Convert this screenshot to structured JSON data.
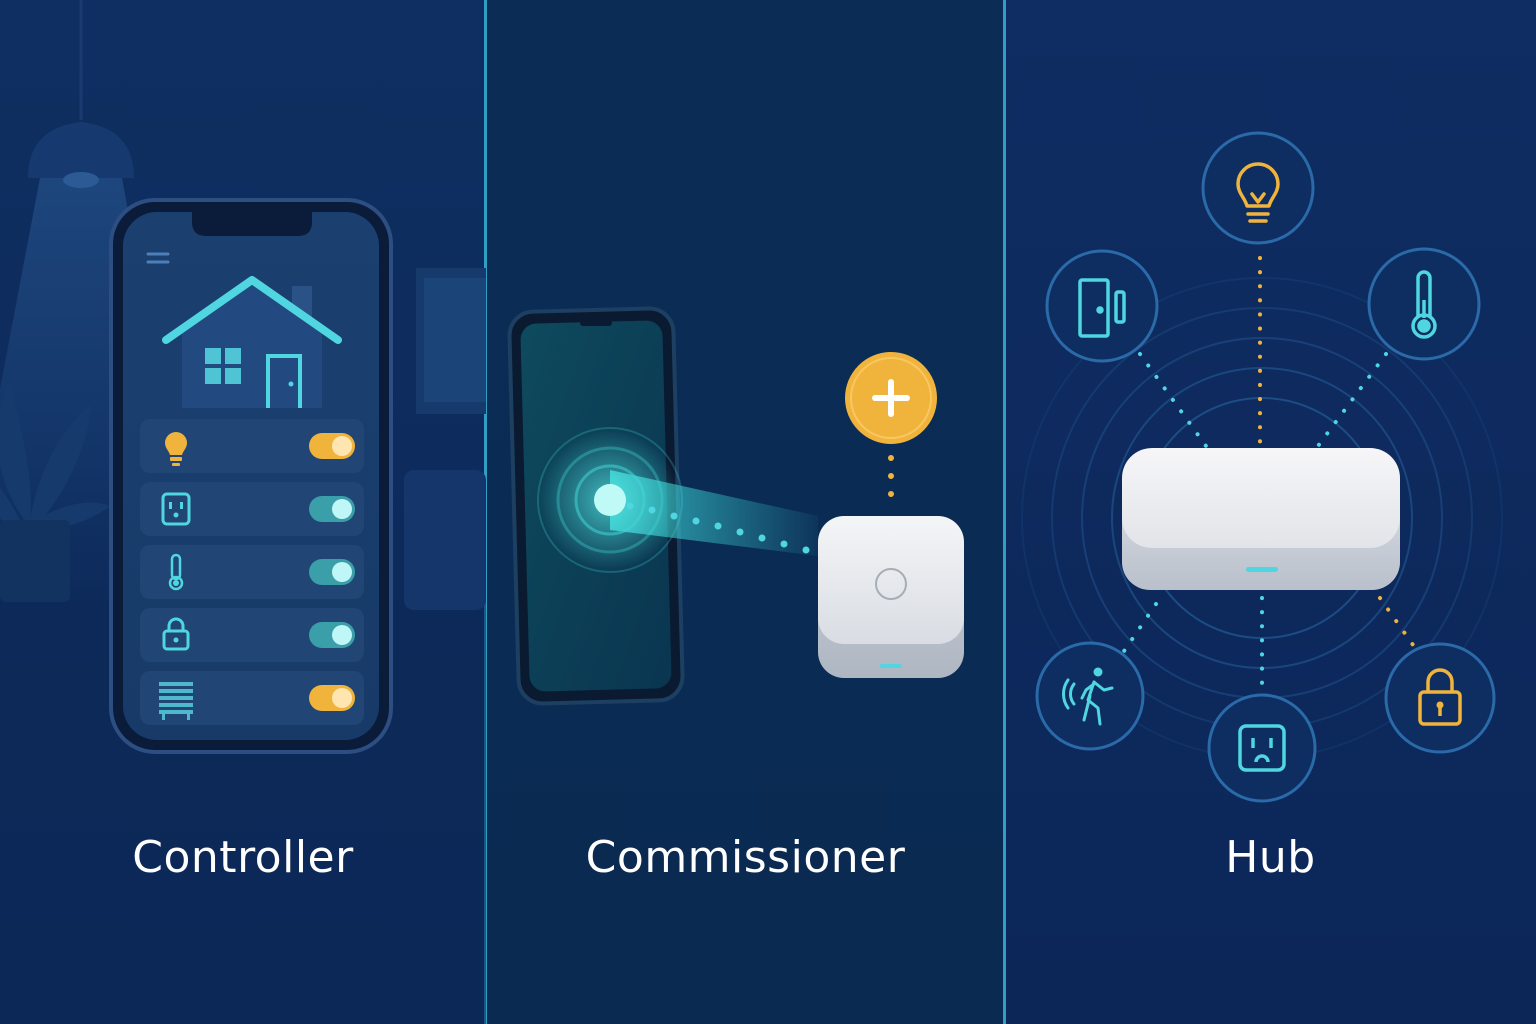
{
  "panels": {
    "controller": {
      "label": "Controller"
    },
    "commissioner": {
      "label": "Commissioner"
    },
    "hub": {
      "label": "Hub"
    }
  },
  "controller_app": {
    "rows": [
      {
        "icon": "lightbulb-icon",
        "toggle_on": true,
        "accent": "#f0b43c"
      },
      {
        "icon": "outlet-icon",
        "toggle_on": true,
        "accent": "#7fe3e8"
      },
      {
        "icon": "thermometer-icon",
        "toggle_on": true,
        "accent": "#7fe3e8"
      },
      {
        "icon": "lock-icon",
        "toggle_on": true,
        "accent": "#7fe3e8"
      },
      {
        "icon": "blinds-icon",
        "toggle_on": true,
        "accent": "#f0b43c"
      }
    ]
  },
  "hub_devices": [
    {
      "icon": "lightbulb-icon",
      "accent": "#f0b43c"
    },
    {
      "icon": "thermometer-icon",
      "accent": "#4fd6e0"
    },
    {
      "icon": "door-sensor-icon",
      "accent": "#4fd6e0"
    },
    {
      "icon": "motion-sensor-icon",
      "accent": "#4fd6e0"
    },
    {
      "icon": "outlet-icon",
      "accent": "#4fd6e0"
    },
    {
      "icon": "lock-icon",
      "accent": "#f0b43c"
    }
  ],
  "colors": {
    "background": "#0c2a5a",
    "teal_accent": "#4fd6e0",
    "amber_accent": "#f0b43c",
    "divider": "#2f9fc4"
  }
}
